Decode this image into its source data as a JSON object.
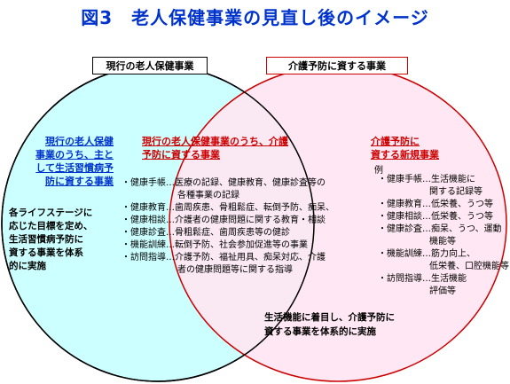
{
  "title": "図3　老人保健事業の見直し後のイメージ",
  "left_circle": {
    "label": "現行の老人保健事業",
    "heading_lines": [
      "現行の老人保健",
      "事業のうち、主と",
      "して生活習慣病予",
      "防に資する事業"
    ],
    "body_lines": [
      "各ライフステージに",
      "応じた目標を定め、",
      "生活習慣病予防に",
      "資する事業を体系",
      "的に実施"
    ]
  },
  "overlap": {
    "heading_lines": [
      "現行の老人保健事業のうち、介護",
      "予防に資する事業"
    ],
    "items": [
      {
        "text": "・健康手帳…医療の記録、健康教育、健康診査等の",
        "cont": "各種事業の記録"
      },
      {
        "text": "・健康教育…歯周疾患、骨粗鬆症、転倒予防、痴呆、",
        "cont": ""
      },
      {
        "text": "・健康相談…介護者の健康問題に関する教育・相談",
        "cont": ""
      },
      {
        "text": "・健康診査…骨粗鬆症、歯周疾患等の健診",
        "cont": ""
      },
      {
        "text": "・機能訓練…転倒予防、社会参加促進等の事業",
        "cont": ""
      },
      {
        "text": "・訪問指導…介護予防、福祉用具、痴呆対応、介護",
        "cont": "者の健康問題等に関する指導"
      }
    ]
  },
  "right_circle": {
    "label": "介護予防に資する事業",
    "heading_lines": [
      "介護予防に",
      "資する新規事業"
    ],
    "example_label": "例",
    "items": [
      {
        "text": "・健康手帳…生活機能に",
        "cont": "関する記録等"
      },
      {
        "text": "・健康教育…低栄養、うつ等",
        "cont": ""
      },
      {
        "text": "・健康相談…低栄養、うつ等",
        "cont": ""
      },
      {
        "text": "・健康診査…痴呆、うつ、運動",
        "cont": "機能等"
      },
      {
        "text": "・機能訓練…筋力向上、",
        "cont": "低栄養、口腔機能等"
      },
      {
        "text": "・訪問指導…生活機能",
        "cont": "評価等"
      }
    ],
    "bottom_lines": [
      "生活機能に着目し、介護予防に",
      "資する事業を体系的に実施"
    ]
  },
  "colors": {
    "title": "#0033cc",
    "left_fill": "#ccffff",
    "right_fill": "#ffe6f2",
    "right_stroke": "#cc0000",
    "blue_text": "#0033cc",
    "red_text": "#cc0000"
  }
}
